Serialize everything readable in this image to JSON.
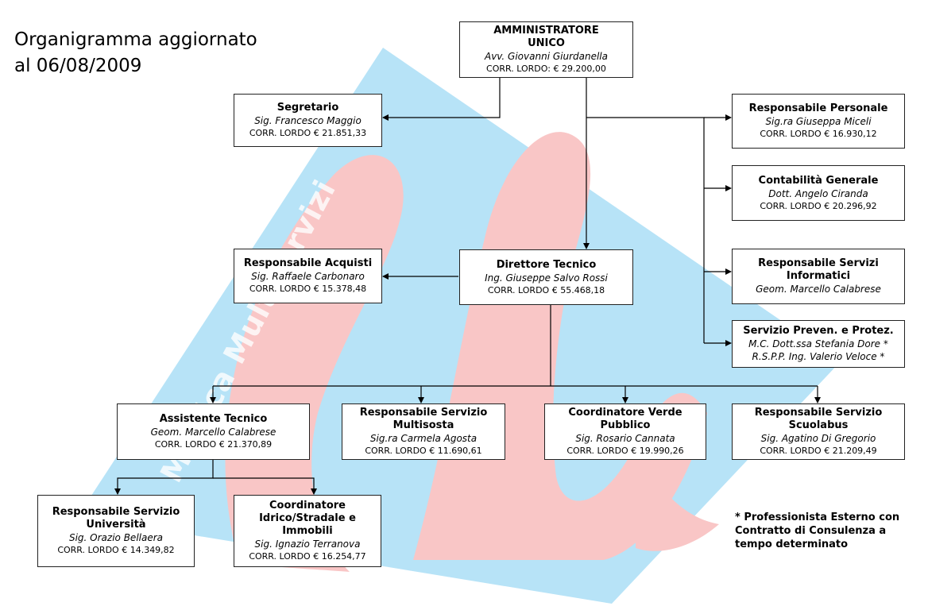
{
  "title": {
    "line1": "Organigramma aggiornato",
    "line2": "al 06/08/2009"
  },
  "watermark": "Modica Multiservizi",
  "colors": {
    "triangle": "#b7e3f7",
    "logo_curve": "#f9c6c6",
    "border": "#222222"
  },
  "nodes": {
    "amministratore": {
      "role": "AMMINISTRATORE UNICO",
      "name": "Avv. Giovanni Giurdanella",
      "salary": "CORR. LORDO: € 29.200,00"
    },
    "segretario": {
      "role": "Segretario",
      "name": "Sig. Francesco Maggio",
      "salary": "CORR. LORDO € 21.851,33"
    },
    "resp_personale": {
      "role": "Responsabile Personale",
      "name": "Sig.ra Giuseppa Miceli",
      "salary": "CORR. LORDO € 16.930,12"
    },
    "contabilita": {
      "role": "Contabilità Generale",
      "name": "Dott. Angelo Ciranda",
      "salary": "CORR. LORDO € 20.296,92"
    },
    "servizi_informatici": {
      "role": "Responsabile Servizi Informatici",
      "name": "Geom. Marcello Calabrese"
    },
    "prevenzione": {
      "role": "Servizio Preven. e Protez.",
      "name": "M.C. Dott.ssa Stefania Dore *",
      "name2": "R.S.P.P. Ing. Valerio Veloce *"
    },
    "resp_acquisti": {
      "role": "Responsabile Acquisti",
      "name": "Sig. Raffaele Carbonaro",
      "salary": "CORR. LORDO € 15.378,48"
    },
    "direttore_tecnico": {
      "role": "Direttore Tecnico",
      "name": "Ing. Giuseppe Salvo Rossi",
      "salary": "CORR. LORDO € 55.468,18"
    },
    "assistente_tecnico": {
      "role": "Assistente Tecnico",
      "name": "Geom. Marcello Calabrese",
      "salary": "CORR. LORDO € 21.370,89"
    },
    "multisosta": {
      "role": "Responsabile Servizio Multisosta",
      "name": "Sig.ra Carmela Agosta",
      "salary": "CORR. LORDO € 11.690,61"
    },
    "verde_pubblico": {
      "role": "Coordinatore Verde Pubblico",
      "name": "Sig. Rosario Cannata",
      "salary": "CORR. LORDO € 19.990,26"
    },
    "scuolabus": {
      "role": "Responsabile Servizio Scuolabus",
      "name": "Sig. Agatino Di Gregorio",
      "salary": "CORR. LORDO € 21.209,49"
    },
    "universita": {
      "role": "Responsabile Servizio Università",
      "name": "Sig. Orazio Bellaera",
      "salary": "CORR. LORDO € 14.349,82"
    },
    "idrico": {
      "role": "Coordinatore Idrico/Stradale e Immobili",
      "name": "Sig. Ignazio Terranova",
      "salary": "CORR. LORDO € 16.254,77"
    }
  },
  "footnote": "* Professionista Esterno con Contratto di Consulenza a tempo determinato"
}
